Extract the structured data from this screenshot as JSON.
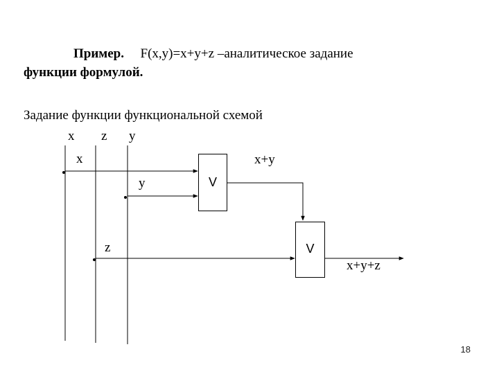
{
  "heading": {
    "label": "Пример.",
    "formula": "F(x,y)=x+y+z",
    "rest": "–аналитическое задание",
    "line2": "функции  формулой."
  },
  "scheme_title": "Задание функции функциональной схемой",
  "inputs": {
    "top_x": "x",
    "top_z": "z",
    "top_y": "y",
    "tap_x": "x",
    "tap_y": "y",
    "tap_z": "z"
  },
  "gates": [
    {
      "symbol": "V",
      "output_label": "x+y"
    },
    {
      "symbol": "V",
      "output_label": "x+y+z"
    }
  ],
  "page_number": "18"
}
